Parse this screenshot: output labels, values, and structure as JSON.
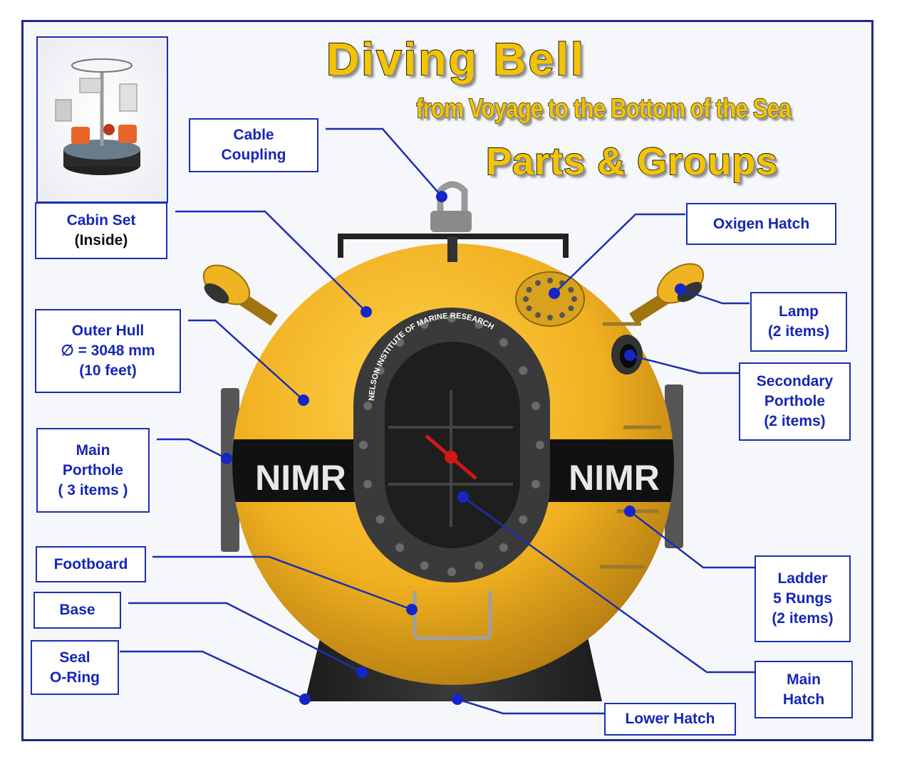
{
  "title": {
    "main": "Diving Bell",
    "subtitle": "from Voyage to the Bottom of the Sea",
    "section": "Parts & Groups"
  },
  "bell": {
    "band_text_left": "NIMR",
    "band_text_right": "NIMR",
    "hatch_ring_text": "NELSON INSTITUTE OF MARINE RESEARCH"
  },
  "labels": {
    "cable_coupling": {
      "line1": "Cable",
      "line2": "Coupling"
    },
    "cabin_set": {
      "line1": "Cabin Set",
      "line2": "(Inside)"
    },
    "outer_hull": {
      "line1": "Outer Hull",
      "line2": "∅ = 3048 mm",
      "line3": "(10 feet)"
    },
    "main_porthole": {
      "line1": "Main",
      "line2": "Porthole",
      "line3": "( 3 items )"
    },
    "footboard": {
      "line1": "Footboard"
    },
    "base": {
      "line1": "Base"
    },
    "seal_oring": {
      "line1": "Seal",
      "line2": "O-Ring"
    },
    "oxigen_hatch": {
      "line1": "Oxigen Hatch"
    },
    "lamp": {
      "line1": "Lamp",
      "line2": "(2 items)"
    },
    "secondary_porthole": {
      "line1": "Secondary",
      "line2": "Porthole",
      "line3": "(2 items)"
    },
    "ladder": {
      "line1": "Ladder",
      "line2": "5 Rungs",
      "line3": "(2 items)"
    },
    "main_hatch": {
      "line1": "Main",
      "line2": "Hatch"
    },
    "lower_hatch": {
      "line1": "Lower Hatch"
    }
  },
  "colors": {
    "label_text": "#1526b5",
    "label_border": "#1a2fb0",
    "leader_line": "#1a2fb0",
    "hull_yellow": "#f0b423",
    "band_black": "#111111",
    "title_yellow": "#f5c400",
    "frame_border": "#1e2a8c"
  }
}
